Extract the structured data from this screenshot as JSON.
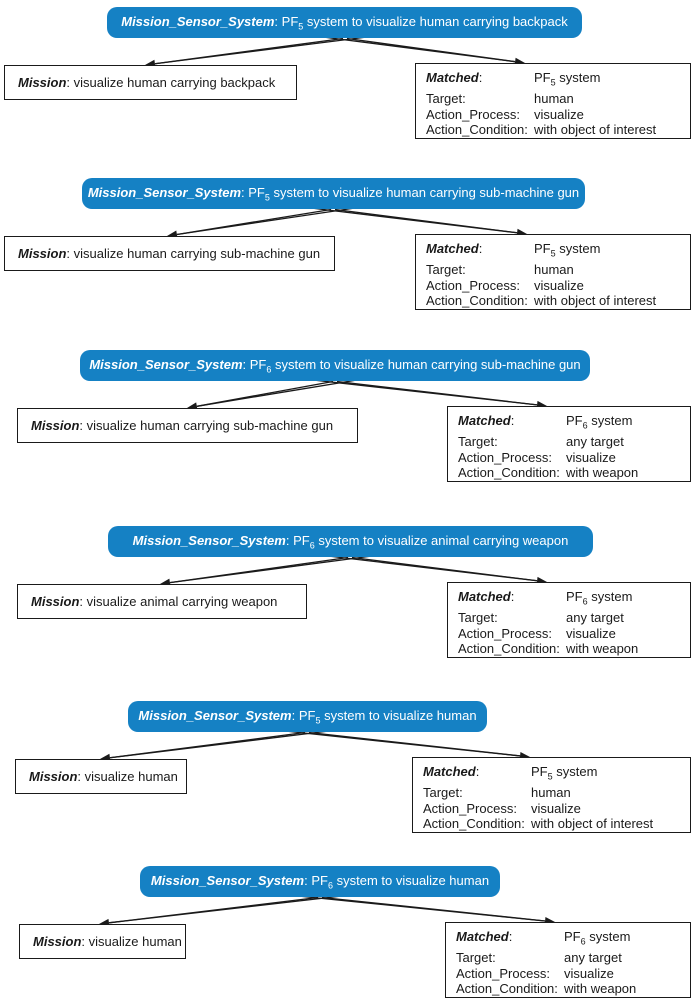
{
  "diagram": {
    "header_fill": "#1581c4",
    "header_text_color": "#ffffff",
    "line_color": "#1a1a1a"
  },
  "blocks": [
    {
      "title": {
        "label": "Mission_Sensor_System",
        "sep": ": ",
        "pf": "PF",
        "sub": "5",
        "rest": " system to visualize human carrying backpack"
      },
      "mission": {
        "label": "Mission",
        "sep": ": ",
        "text": "visualize human carrying backpack"
      },
      "matched": {
        "label": "Matched",
        "label_sep": ":",
        "pf": "PF",
        "sub": "5",
        "pf_rest": " system",
        "rows": [
          {
            "label": "Target:",
            "value": "human"
          },
          {
            "label": "Action_Process:",
            "value": "visualize"
          },
          {
            "label": "Action_Condition:",
            "value": "with object of interest"
          }
        ]
      }
    },
    {
      "title": {
        "label": "Mission_Sensor_System",
        "sep": ": ",
        "pf": "PF",
        "sub": "5",
        "rest": " system to visualize human carrying sub-machine gun"
      },
      "mission": {
        "label": "Mission",
        "sep": ": ",
        "text": "visualize human carrying sub-machine gun"
      },
      "matched": {
        "label": "Matched",
        "label_sep": ":",
        "pf": "PF",
        "sub": "5",
        "pf_rest": " system",
        "rows": [
          {
            "label": "Target:",
            "value": "human"
          },
          {
            "label": "Action_Process:",
            "value": "visualize"
          },
          {
            "label": "Action_Condition:",
            "value": "with object of interest"
          }
        ]
      }
    },
    {
      "title": {
        "label": "Mission_Sensor_System",
        "sep": ": ",
        "pf": "PF",
        "sub": "6",
        "rest": " system to visualize human carrying sub-machine gun"
      },
      "mission": {
        "label": "Mission",
        "sep": ": ",
        "text": "visualize human carrying sub-machine gun"
      },
      "matched": {
        "label": "Matched",
        "label_sep": ":",
        "pf": "PF",
        "sub": "6",
        "pf_rest": " system",
        "rows": [
          {
            "label": "Target:",
            "value": "any target"
          },
          {
            "label": "Action_Process:",
            "value": "visualize"
          },
          {
            "label": "Action_Condition:",
            "value": "with weapon"
          }
        ]
      }
    },
    {
      "title": {
        "label": "Mission_Sensor_System",
        "sep": ": ",
        "pf": "PF",
        "sub": "6",
        "rest": " system to visualize animal carrying weapon"
      },
      "mission": {
        "label": "Mission",
        "sep": ": ",
        "text": "visualize animal carrying weapon"
      },
      "matched": {
        "label": "Matched",
        "label_sep": ":",
        "pf": "PF",
        "sub": "6",
        "pf_rest": " system",
        "rows": [
          {
            "label": "Target:",
            "value": "any target"
          },
          {
            "label": "Action_Process:",
            "value": "visualize"
          },
          {
            "label": "Action_Condition:",
            "value": "with weapon"
          }
        ]
      }
    },
    {
      "title": {
        "label": "Mission_Sensor_System",
        "sep": ": ",
        "pf": "PF",
        "sub": "5",
        "rest": " system to visualize human"
      },
      "mission": {
        "label": "Mission",
        "sep": ": ",
        "text": "visualize human"
      },
      "matched": {
        "label": "Matched",
        "label_sep": ":",
        "pf": "PF",
        "sub": "5",
        "pf_rest": " system",
        "rows": [
          {
            "label": "Target:",
            "value": "human"
          },
          {
            "label": "Action_Process:",
            "value": "visualize"
          },
          {
            "label": "Action_Condition:",
            "value": "with object of interest"
          }
        ]
      }
    },
    {
      "title": {
        "label": "Mission_Sensor_System",
        "sep": ": ",
        "pf": "PF",
        "sub": "6",
        "rest": " system to visualize human"
      },
      "mission": {
        "label": "Mission",
        "sep": ": ",
        "text": "visualize human"
      },
      "matched": {
        "label": "Matched",
        "label_sep": ":",
        "pf": "PF",
        "sub": "6",
        "pf_rest": " system",
        "rows": [
          {
            "label": "Target:",
            "value": "any target"
          },
          {
            "label": "Action_Process:",
            "value": "visualize"
          },
          {
            "label": "Action_Condition:",
            "value": "with weapon"
          }
        ]
      }
    }
  ]
}
